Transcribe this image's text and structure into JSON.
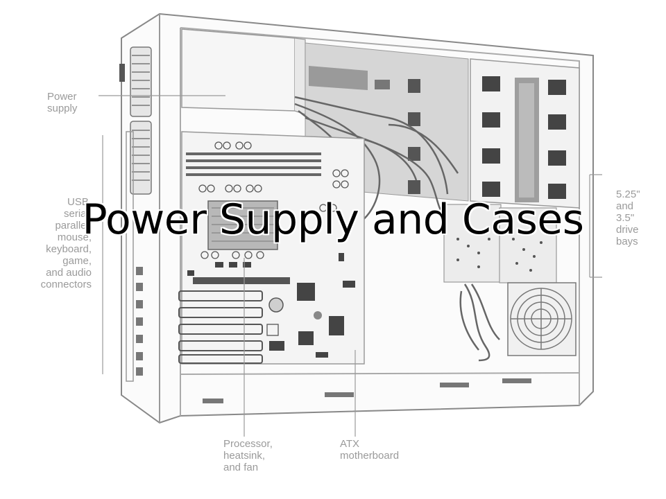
{
  "slide": {
    "title": "Power Supply and Cases"
  },
  "diagram": {
    "labels": {
      "power_supply": "Power\nsupply",
      "ports": "USB,\nserial,\nparallel,\nmouse,\nkeyboard,\ngame,\nand audio\nconnectors",
      "drive_bays": "5.25\"\nand\n3.5\"\ndrive\nbays",
      "processor": "Processor,\nheatsink,\nand fan",
      "motherboard": "ATX\nmotherboard"
    }
  }
}
